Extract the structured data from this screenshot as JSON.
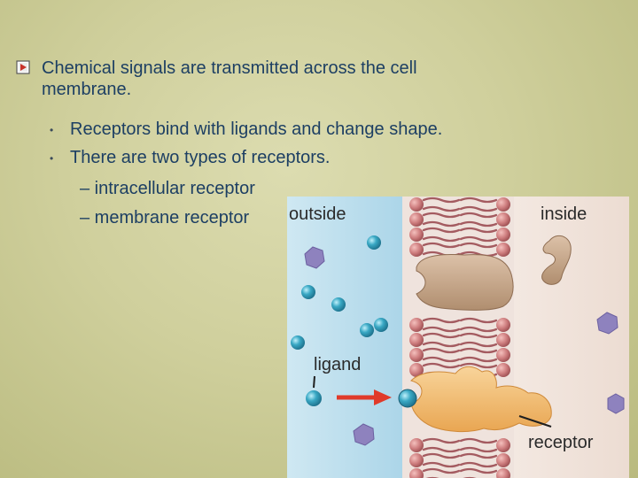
{
  "slide": {
    "bullet_icon": "square-arrow-bullet-icon",
    "heading_line1": "Chemical signals are transmitted across the cell",
    "heading_line2": "membrane.",
    "points": [
      "Receptors bind with ligands and change shape.",
      "There are two types of receptors."
    ],
    "subpoints": [
      "– intracellular receptor",
      "– membrane receptor"
    ]
  },
  "figure": {
    "labels": {
      "outside": "outside",
      "inside": "inside",
      "ligand": "ligand",
      "receptor": "receptor"
    },
    "colors": {
      "outside_bg": "#bfe0ee",
      "inside_bg": "#f1e4dc",
      "phospholipid_head": "#cf7f80",
      "ligand": "#39a8c4",
      "molecule": "#9a8fc6",
      "protein_top": "#c9a789",
      "receptor": "#f0b765",
      "arrow": "#e03a2a"
    }
  }
}
